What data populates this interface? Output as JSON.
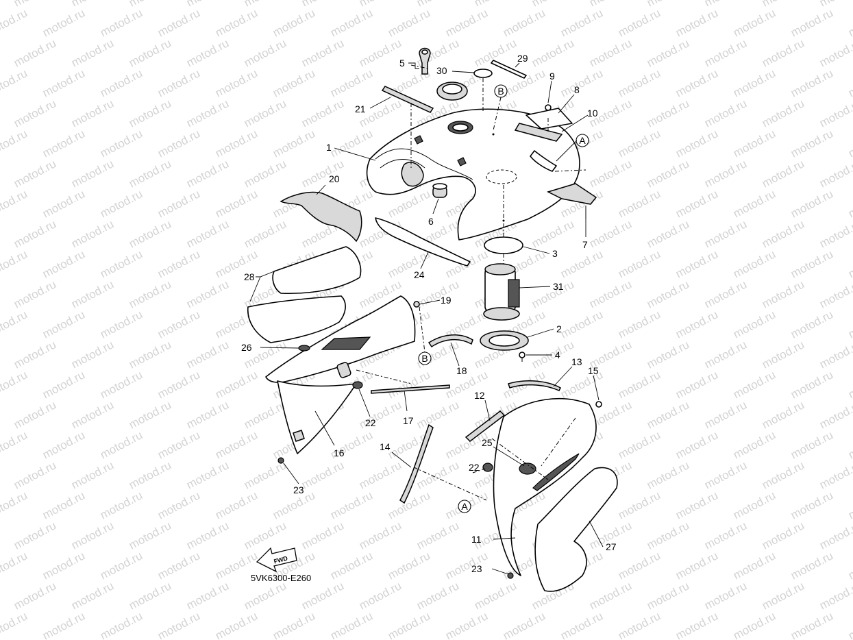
{
  "watermark": {
    "text": "motod.ru",
    "color": "#d3d3d3"
  },
  "diagram": {
    "code": "5VK6300-E260",
    "fwd_label": "FWD",
    "ref_markers": {
      "a": "A",
      "b": "B"
    },
    "callouts": {
      "c1": "1",
      "c2": "2",
      "c3": "3",
      "c4": "4",
      "c5": "5",
      "c6": "6",
      "c7": "7",
      "c8": "8",
      "c9": "9",
      "c10": "10",
      "c11": "11",
      "c12": "12",
      "c13": "13",
      "c14": "14",
      "c15": "15",
      "c16": "16",
      "c17": "17",
      "c18": "18",
      "c19": "19",
      "c20": "20",
      "c21": "21",
      "c22": "22",
      "c22b": "22",
      "c23": "23",
      "c23b": "23",
      "c24": "24",
      "c25": "25",
      "c26": "26",
      "c27": "27",
      "c28": "28",
      "c29": "29",
      "c30": "30",
      "c31": "31"
    }
  }
}
